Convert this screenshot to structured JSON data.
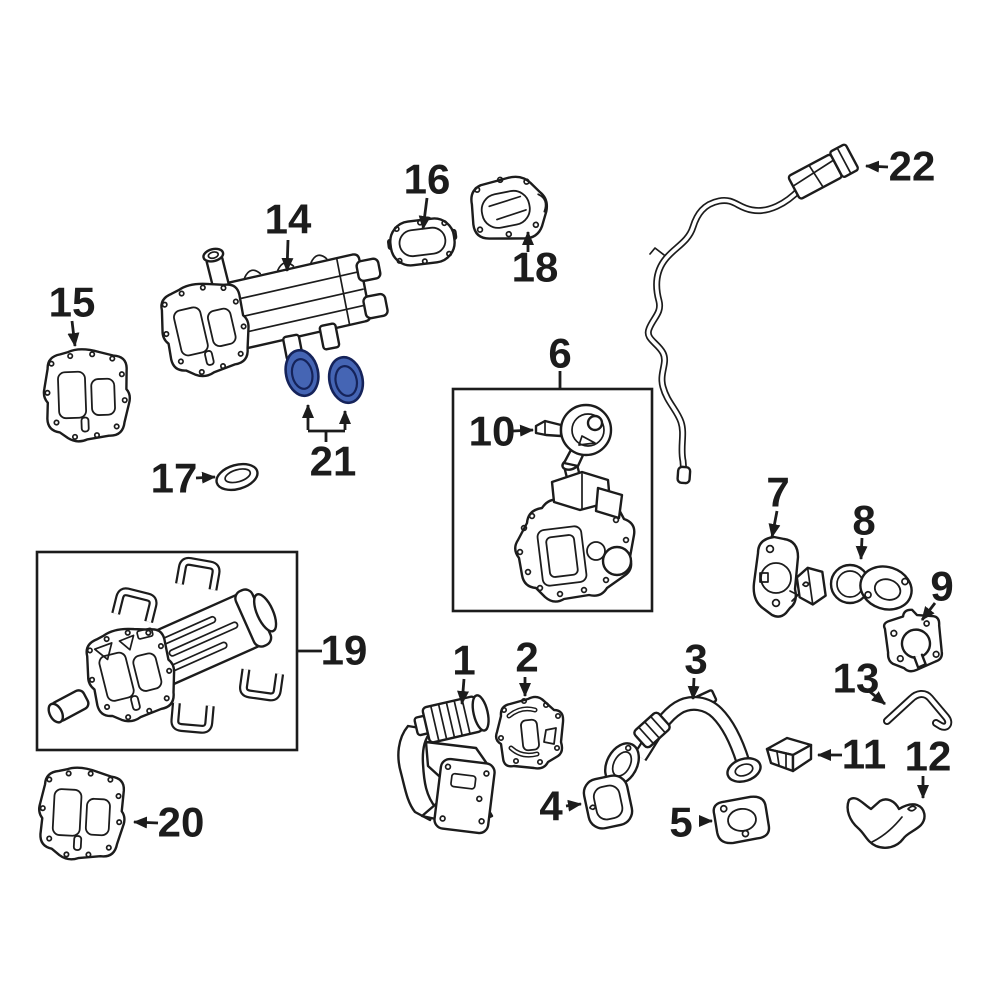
{
  "diagram": {
    "type": "exploded-parts-diagram",
    "background": "#ffffff",
    "line_color": "#1c1c1c",
    "highlight": {
      "fill": "#4565b4",
      "stroke": "#15235a",
      "applies_to_callout": "21"
    },
    "kit_boxes": [
      "6",
      "19"
    ],
    "callouts": {
      "c1": "1",
      "c2": "2",
      "c3": "3",
      "c4": "4",
      "c5": "5",
      "c6": "6",
      "c7": "7",
      "c8": "8",
      "c9": "9",
      "c10": "10",
      "c11": "11",
      "c12": "12",
      "c13": "13",
      "c14": "14",
      "c15": "15",
      "c16": "16",
      "c17": "17",
      "c18": "18",
      "c19": "19",
      "c20": "20",
      "c21": "21",
      "c22": "22"
    }
  }
}
